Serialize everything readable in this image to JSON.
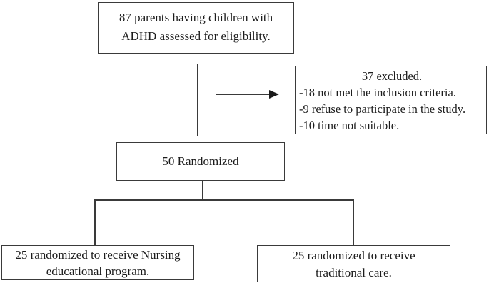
{
  "diagram": {
    "type": "consort-flow",
    "colors": {
      "line": "#3a3a3a",
      "text": "#1c1c1c",
      "background": "#ffffff",
      "arrowhead": "#1a1a1a"
    },
    "boxes": {
      "assessment": {
        "lines": [
          "87 parents having children with",
          "ADHD assessed for eligibility."
        ]
      },
      "excluded": {
        "heading": "37 excluded.",
        "items": [
          "-18 not met the inclusion criteria.",
          "-9 refuse to participate in the study.",
          "-10 time not suitable."
        ]
      },
      "randomized": {
        "label": "50 Randomized"
      },
      "intervention": {
        "lines": [
          "25 randomized to receive Nursing",
          "educational program."
        ]
      },
      "control": {
        "lines": [
          "25 randomized to receive",
          "traditional care."
        ]
      }
    }
  }
}
